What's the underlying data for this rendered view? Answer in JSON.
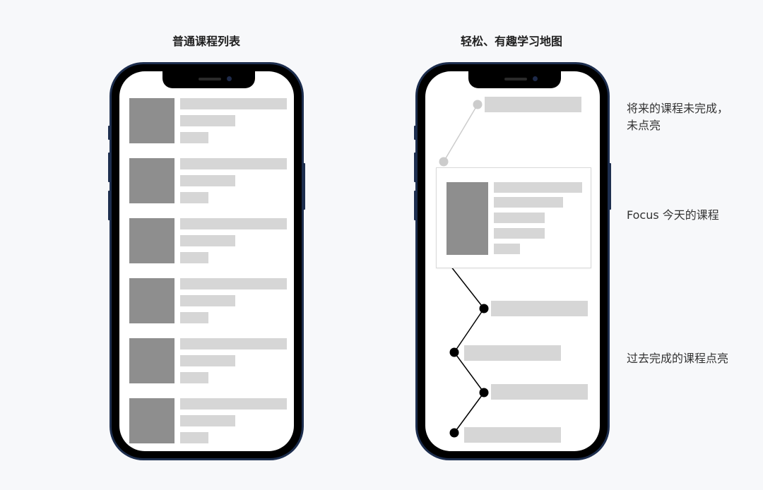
{
  "titles": {
    "left": "普通课程列表",
    "right": "轻松、有趣学习地图"
  },
  "annotations": {
    "future_line1": "将来的课程未完成，",
    "future_line2": "未点亮",
    "focus": "Focus 今天的课程",
    "past": "过去完成的课程点亮"
  },
  "list_rows": 6,
  "map": {
    "future_nodes": 2,
    "past_nodes": 4,
    "focus_card_bars": 5
  },
  "colors": {
    "background": "#f7f8fa",
    "phone_frame": "#1d2e4e",
    "thumbnail": "#8e8e8e",
    "placeholder": "#d6d6d6",
    "future_node": "#cccccc",
    "past_node": "#000000"
  }
}
